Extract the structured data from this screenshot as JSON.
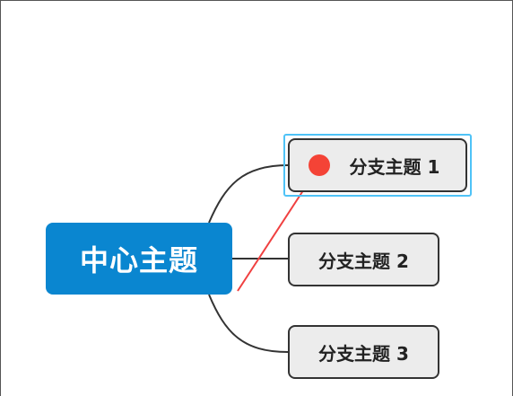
{
  "central": {
    "label": "中心主题"
  },
  "branches": [
    {
      "label": "分支主题 1"
    },
    {
      "label": "分支主题 2"
    },
    {
      "label": "分支主题 3"
    }
  ],
  "colors": {
    "central_fill": "#0a86d0",
    "branch_fill": "#ececec",
    "branch_border": "#333333",
    "selection": "#4fc3f7",
    "annotation_arrow": "#f04040",
    "marker": "#f44336"
  },
  "icons": {
    "marker": "red-dot",
    "annotation": "red-arrow"
  }
}
